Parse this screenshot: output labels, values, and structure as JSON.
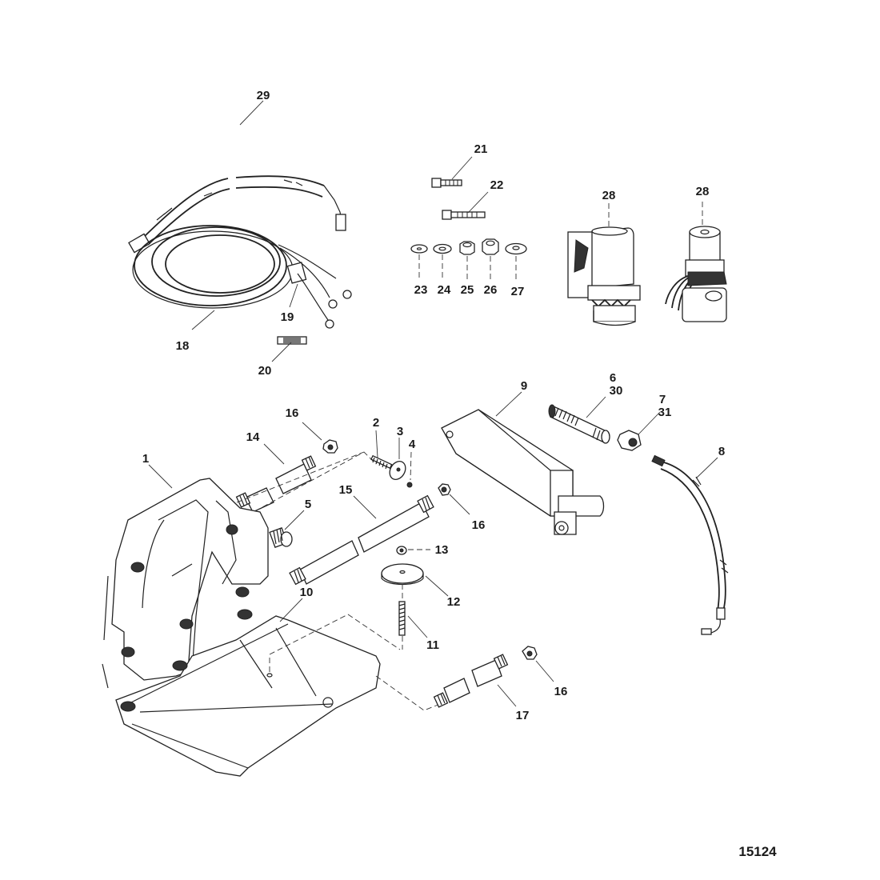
{
  "figure": {
    "figure_number": "15124",
    "colors": {
      "ink": "#1a1a1a",
      "background": "#ffffff"
    }
  },
  "callouts": {
    "c1": "1",
    "c2": "2",
    "c3": "3",
    "c4": "4",
    "c5": "5",
    "c6": "6",
    "c30": "30",
    "c7": "7",
    "c31": "31",
    "c8": "8",
    "c9": "9",
    "c10": "10",
    "c11": "11",
    "c12": "12",
    "c13": "13",
    "c14": "14",
    "c15": "15",
    "c16a": "16",
    "c16b": "16",
    "c16c": "16",
    "c17": "17",
    "c18": "18",
    "c19": "19",
    "c20": "20",
    "c21": "21",
    "c22": "22",
    "c23": "23",
    "c24": "24",
    "c25": "25",
    "c26": "26",
    "c27": "27",
    "c28a": "28",
    "c28b": "28",
    "c29": "29"
  },
  "parts": [
    {
      "ref": "1",
      "name": "bracket"
    },
    {
      "ref": "2",
      "name": "screw"
    },
    {
      "ref": "3",
      "name": "washer"
    },
    {
      "ref": "4",
      "name": "nut"
    },
    {
      "ref": "5",
      "name": "plug"
    },
    {
      "ref": "6/30",
      "name": "stud"
    },
    {
      "ref": "7/31",
      "name": "nut"
    },
    {
      "ref": "8",
      "name": "hose"
    },
    {
      "ref": "9",
      "name": "trim cylinder"
    },
    {
      "ref": "10",
      "name": "transom plate"
    },
    {
      "ref": "11",
      "name": "stud"
    },
    {
      "ref": "12",
      "name": "disc"
    },
    {
      "ref": "13",
      "name": "nut"
    },
    {
      "ref": "14",
      "name": "pivot pin"
    },
    {
      "ref": "15",
      "name": "pivot pin"
    },
    {
      "ref": "16",
      "name": "locknut"
    },
    {
      "ref": "17",
      "name": "pivot pin"
    },
    {
      "ref": "18",
      "name": "wiring harness"
    },
    {
      "ref": "19",
      "name": "connector"
    },
    {
      "ref": "20",
      "name": "fuse"
    },
    {
      "ref": "21",
      "name": "bolt"
    },
    {
      "ref": "22",
      "name": "bolt"
    },
    {
      "ref": "23",
      "name": "washer"
    },
    {
      "ref": "24",
      "name": "washer"
    },
    {
      "ref": "25",
      "name": "nut"
    },
    {
      "ref": "26",
      "name": "nut"
    },
    {
      "ref": "27",
      "name": "washer"
    },
    {
      "ref": "28",
      "name": "pump and motor"
    },
    {
      "ref": "29",
      "name": "hose"
    }
  ]
}
